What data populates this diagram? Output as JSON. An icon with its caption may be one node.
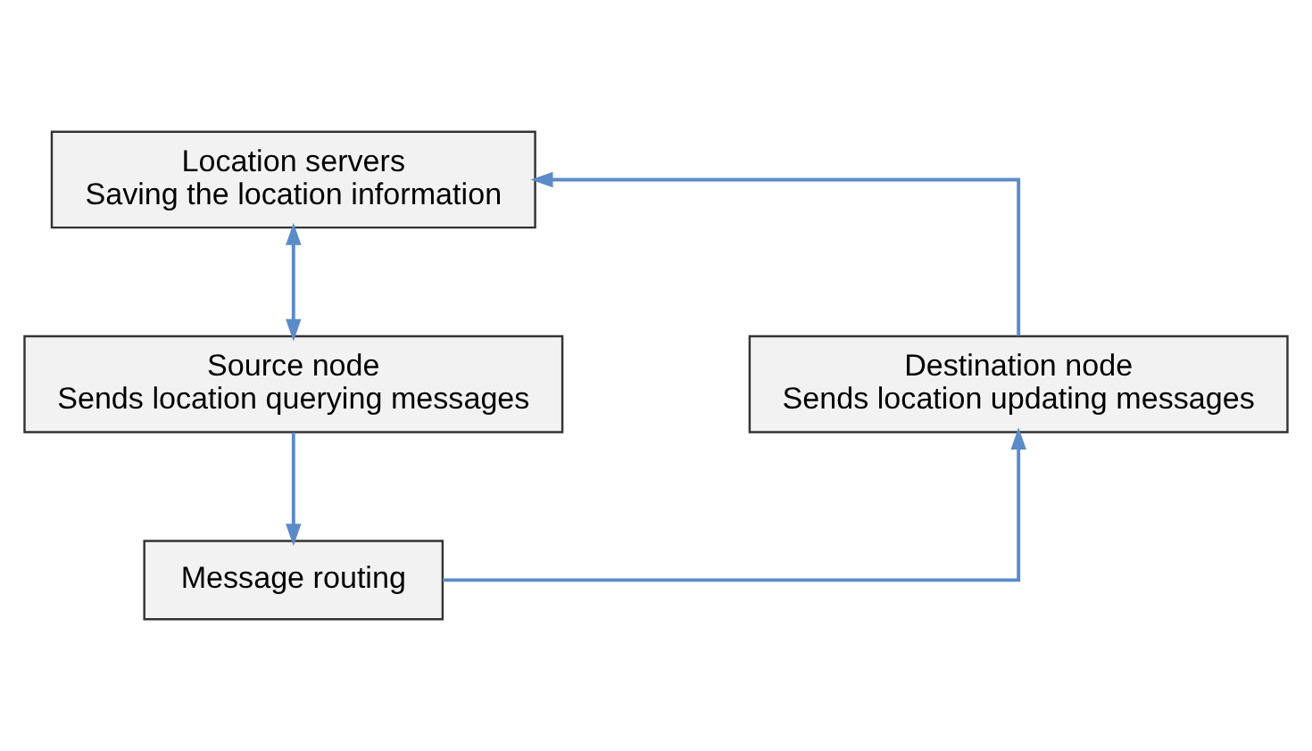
{
  "diagram": {
    "nodes": [
      {
        "text": [
          "Location servers",
          "Saving the location information"
        ]
      },
      {
        "text": [
          "Destination node",
          "Sends location updating messages"
        ]
      },
      {
        "text": [
          "Source node",
          "Sends location querying messages"
        ]
      },
      {
        "text": [
          "Message routing"
        ]
      }
    ],
    "edges": [
      {
        "from": 1,
        "to": 0,
        "arrow": "to"
      },
      {
        "from": 0,
        "to": 2,
        "arrow": "both"
      },
      {
        "from": 2,
        "to": 3,
        "arrow": "to"
      },
      {
        "from": 3,
        "to": 1,
        "arrow": "to"
      }
    ]
  }
}
